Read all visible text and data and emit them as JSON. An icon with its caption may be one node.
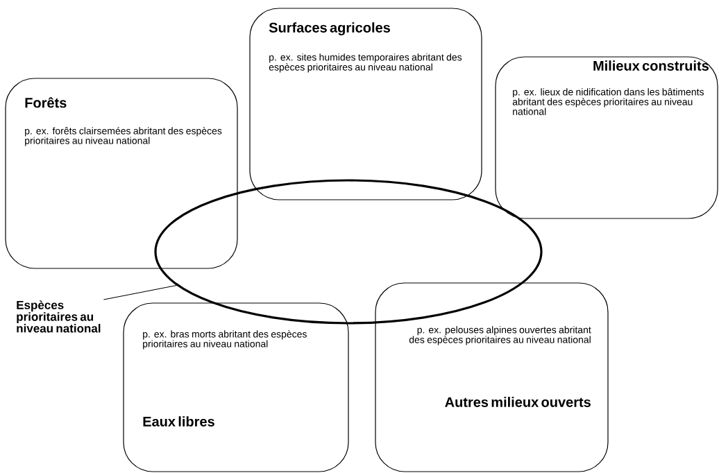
{
  "diagram": {
    "nodes": [
      {
        "text": [
          "Forêts",
          "p. ex. forêts clairsemées abritant des espèces prioritaires au niveau national"
        ]
      },
      {
        "text": [
          "Surfaces agricoles",
          "p. ex. sites humides temporaires abritant des espèces prioritaires au niveau national"
        ]
      },
      {
        "text": [
          "Milieux construits",
          "p. ex. lieux de nidification dans les bâtiments abritant des espèces prioritaires au niveau national"
        ]
      },
      {
        "text": [
          "p. ex. bras morts abritant des espèces prioritaires au niveau national",
          "Eaux libres"
        ]
      },
      {
        "text": [
          "p. ex. pelouses alpines ouvertes abritant des espèces prioritaires au niveau national",
          "Autres milieux ouverts"
        ]
      },
      {
        "text": [],
        "shape": "ellipse"
      },
      {
        "text": [
          "Espèces prioritaires au niveau national"
        ]
      }
    ],
    "edges": [
      {
        "from": 6,
        "to": 5,
        "arrow": "none"
      }
    ]
  }
}
